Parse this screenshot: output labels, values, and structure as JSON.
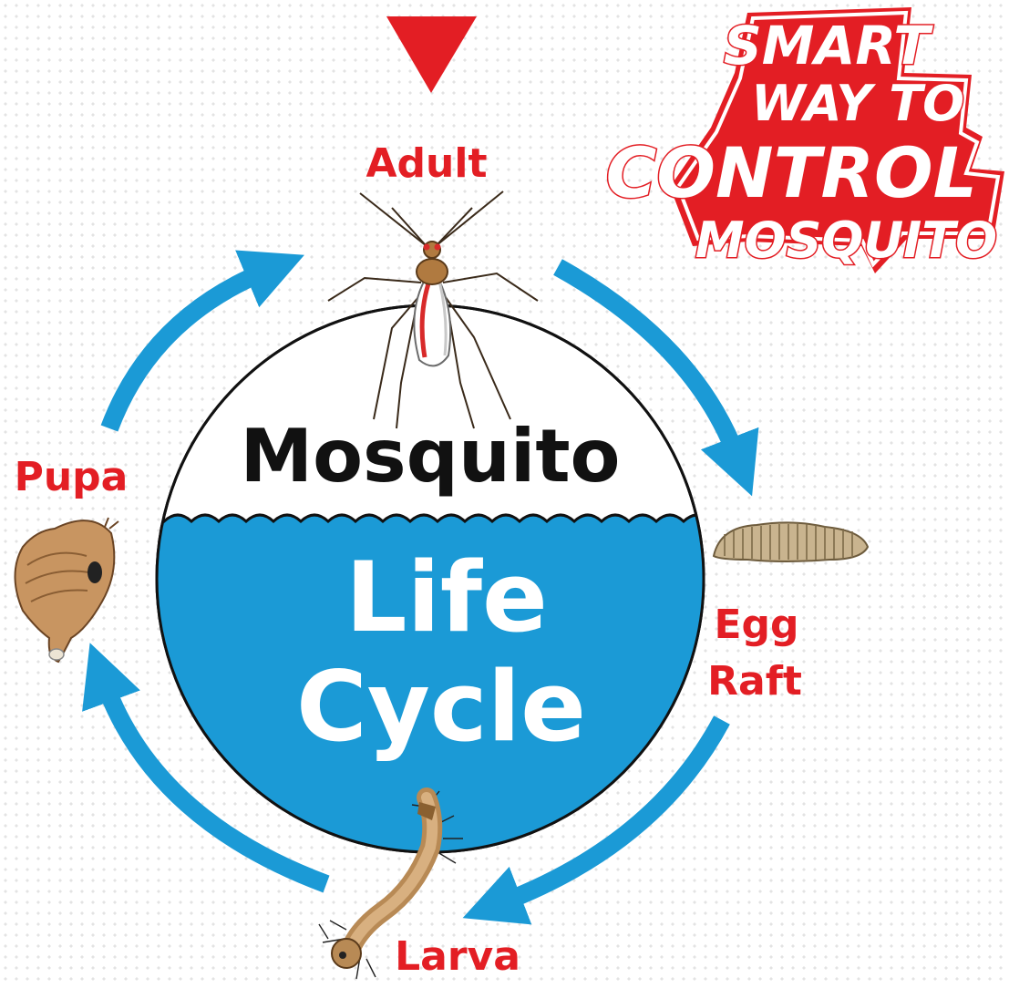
{
  "diagram": {
    "title_top": "Mosquito",
    "title_line1": "Life",
    "title_line2": "Cycle",
    "stages": {
      "adult": "Adult",
      "egg_line1": "Egg",
      "egg_line2": "Raft",
      "larva": "Larva",
      "pupa": "Pupa"
    }
  },
  "logo": {
    "line1": "SMART",
    "line2": "WAY TO",
    "line3": "CONTROL",
    "line4": "MOSQUITO"
  },
  "colors": {
    "accent_red": "#e31e24",
    "water_blue": "#1b9ad6",
    "title_dark": "#111111"
  },
  "icons": [
    "down-triangle-icon",
    "adult-mosquito-icon",
    "egg-raft-icon",
    "larva-icon",
    "pupa-icon",
    "cycle-arrow-icon"
  ]
}
